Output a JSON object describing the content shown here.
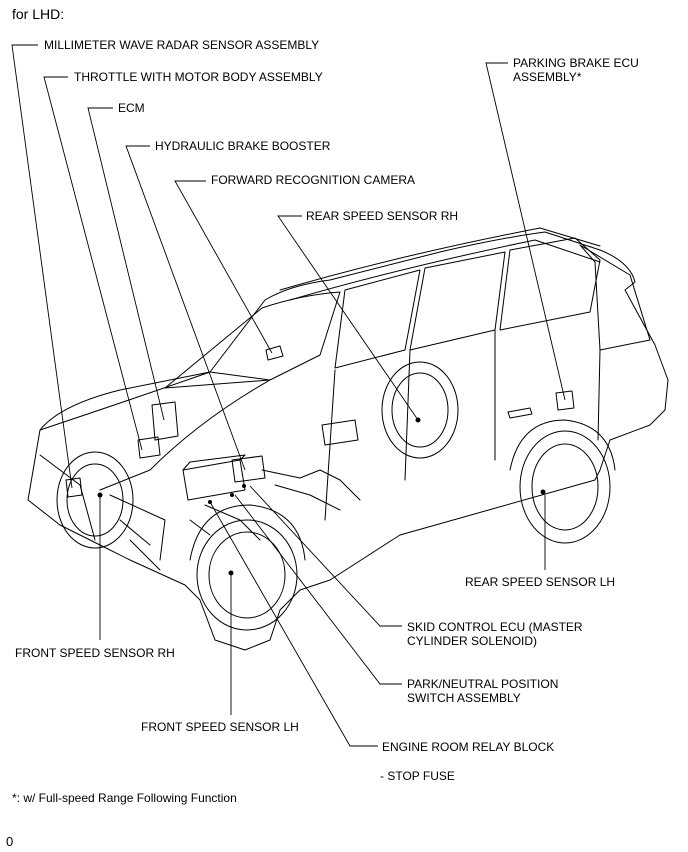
{
  "header": "for LHD:",
  "labels": {
    "millimeter_wave_radar": "MILLIMETER WAVE RADAR SENSOR ASSEMBLY",
    "throttle_motor_body": "THROTTLE WITH MOTOR BODY ASSEMBLY",
    "ecm": "ECM",
    "hydraulic_brake_booster": "HYDRAULIC BRAKE BOOSTER",
    "forward_recognition_camera": "FORWARD RECOGNITION CAMERA",
    "rear_speed_sensor_rh": "REAR SPEED SENSOR RH",
    "parking_brake_ecu_1": "PARKING BRAKE ECU",
    "parking_brake_ecu_2": "ASSEMBLY*",
    "rear_speed_sensor_lh": "REAR SPEED SENSOR LH",
    "skid_control_ecu_1": "SKID CONTROL ECU (MASTER",
    "skid_control_ecu_2": "CYLINDER SOLENOID)",
    "park_neutral_1": "PARK/NEUTRAL POSITION",
    "park_neutral_2": "SWITCH ASSEMBLY",
    "front_speed_sensor_rh": "FRONT SPEED SENSOR RH",
    "front_speed_sensor_lh": "FRONT SPEED SENSOR LH",
    "engine_room_relay_block": "ENGINE ROOM RELAY BLOCK",
    "stop_fuse": "- STOP FUSE"
  },
  "footnote": "*: w/ Full-speed Range Following Function",
  "page_mark": "0"
}
